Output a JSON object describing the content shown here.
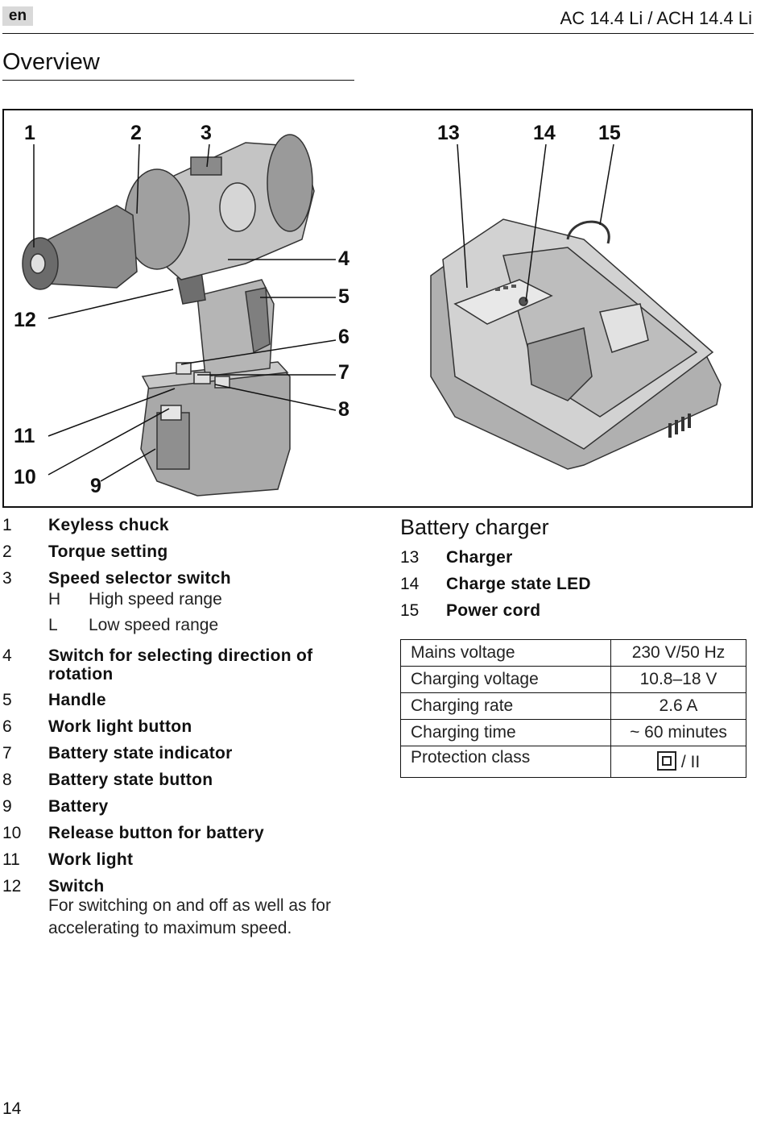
{
  "header": {
    "lang": "en",
    "title": "AC 14.4 Li / ACH 14.4 Li"
  },
  "section_title": "Overview",
  "figure": {
    "callouts": [
      "1",
      "2",
      "3",
      "4",
      "5",
      "6",
      "7",
      "8",
      "9",
      "10",
      "11",
      "12",
      "13",
      "14",
      "15"
    ]
  },
  "parts": [
    {
      "num": "1",
      "label": "Keyless chuck"
    },
    {
      "num": "2",
      "label": "Torque setting"
    },
    {
      "num": "3",
      "label": "Speed selector switch",
      "sub": [
        {
          "key": "H",
          "text": "High speed range"
        },
        {
          "key": "L",
          "text": "Low speed range"
        }
      ]
    },
    {
      "num": "4",
      "label": "Switch for selecting direction of rotation"
    },
    {
      "num": "5",
      "label": "Handle"
    },
    {
      "num": "6",
      "label": "Work light button"
    },
    {
      "num": "7",
      "label": "Battery state indicator"
    },
    {
      "num": "8",
      "label": "Battery state button"
    },
    {
      "num": "9",
      "label": "Battery"
    },
    {
      "num": "10",
      "label": "Release button for battery"
    },
    {
      "num": "11",
      "label": "Work light"
    },
    {
      "num": "12",
      "label": "Switch",
      "desc": "For switching on and off as well as for accelerating to maximum speed."
    }
  ],
  "charger": {
    "title": "Battery charger",
    "items": [
      {
        "num": "13",
        "label": "Charger"
      },
      {
        "num": "14",
        "label": "Charge state LED"
      },
      {
        "num": "15",
        "label": "Power cord"
      }
    ],
    "specs": [
      {
        "name": "Mains voltage",
        "value": "230 V/50 Hz"
      },
      {
        "name": "Charging voltage",
        "value": "10.8–18 V"
      },
      {
        "name": "Charging rate",
        "value": "2.6 A"
      },
      {
        "name": "Charging time",
        "value": "~ 60 minutes"
      },
      {
        "name": "Protection class",
        "value": "/ II"
      }
    ]
  },
  "page_number": "14"
}
